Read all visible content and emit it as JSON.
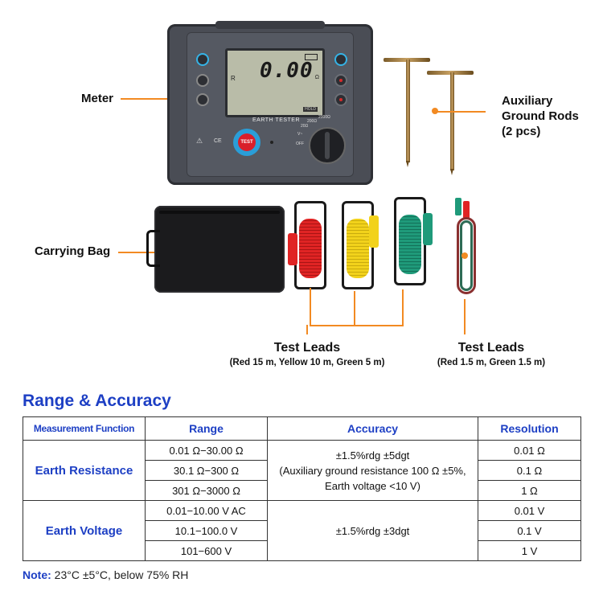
{
  "labels": {
    "meter": "Meter",
    "rods_line1": "Auxiliary",
    "rods_line2": "Ground Rods",
    "rods_line3": "(2 pcs)",
    "bag": "Carrying Bag",
    "leads_long_title": "Test Leads",
    "leads_long_detail": "(Red 15 m, Yellow 10 m, Green 5 m)",
    "leads_short_title": "Test Leads",
    "leads_short_detail": "(Red 1.5 m, Green 1.5 m)"
  },
  "meter": {
    "reading": "0.00",
    "title": "EARTH TESTER",
    "test_button": "TEST",
    "dial_labels": [
      "2000Ω",
      "200Ω",
      "20Ω",
      "V~",
      "OFF"
    ]
  },
  "section": {
    "title": "Range & Accuracy"
  },
  "table": {
    "headers": [
      "Measurement Function",
      "Range",
      "Accuracy",
      "Resolution"
    ],
    "groups": [
      {
        "function": "Earth Resistance",
        "accuracy_line1": "±1.5%rdg ±5dgt",
        "accuracy_line2": "(Auxiliary ground resistance 100 Ω ±5%,",
        "accuracy_line3": "Earth voltage <10 V)",
        "rows": [
          {
            "range": "0.01 Ω−30.00 Ω",
            "resolution": "0.01 Ω"
          },
          {
            "range": "30.1 Ω−300 Ω",
            "resolution": "0.1 Ω"
          },
          {
            "range": "301 Ω−3000 Ω",
            "resolution": "1 Ω"
          }
        ]
      },
      {
        "function": "Earth Voltage",
        "accuracy_line1": "±1.5%rdg ±3dgt",
        "rows": [
          {
            "range": "0.01−10.00 V AC",
            "resolution": "0.01 V"
          },
          {
            "range": "10.1−100.0 V",
            "resolution": "0.1 V"
          },
          {
            "range": "101−600 V",
            "resolution": "1 V"
          }
        ]
      }
    ]
  },
  "note": {
    "label": "Note:",
    "text": "23°C ±5°C, below 75% RH"
  },
  "colors": {
    "accent_blue": "#1d3fc4",
    "callout_orange": "#f28a22",
    "lead_red": "#e02424",
    "lead_yellow": "#f2d21b",
    "lead_green": "#1f9a7a"
  }
}
